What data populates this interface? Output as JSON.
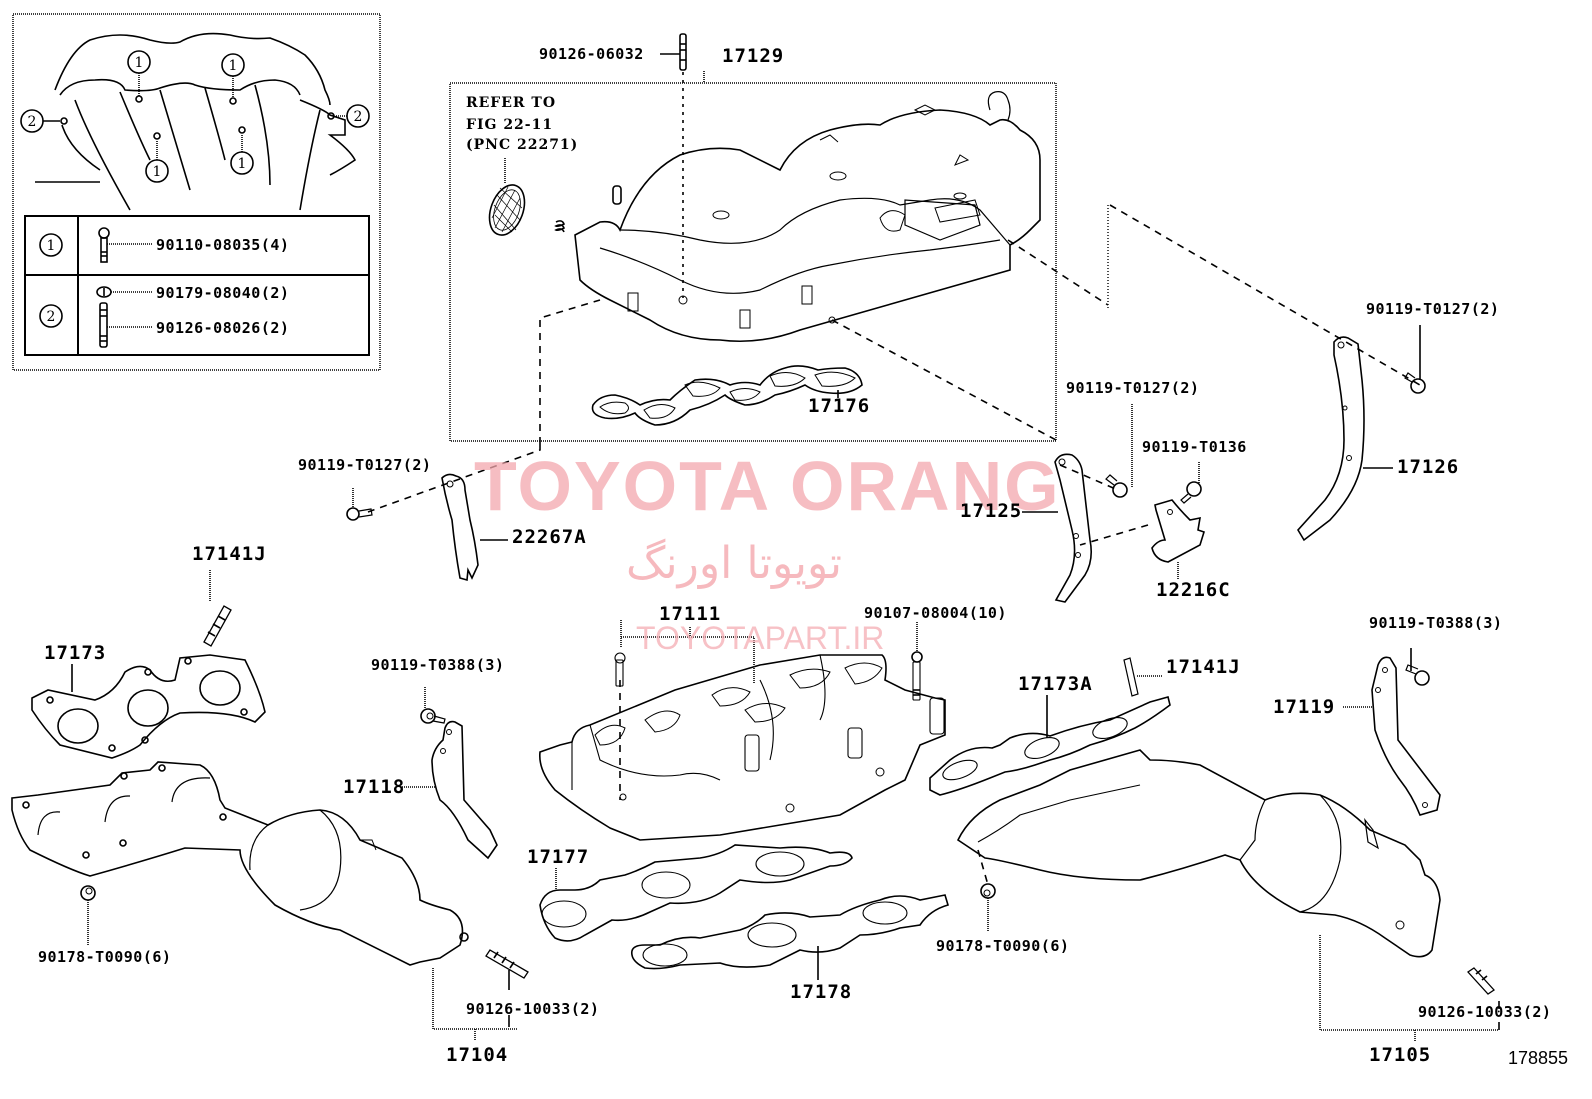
{
  "diagram": {
    "title": "Intake / Exhaust Manifold Parts Diagram",
    "figure_number": "178855",
    "watermarks": {
      "brand": "TOYOTA ORANG",
      "brand_persian": "تویوتا اورنگ",
      "site": "TOYOTAPART.IR",
      "color": "#f4a8ae"
    },
    "inset": {
      "callouts": [
        "1",
        "1",
        "1",
        "1",
        "2",
        "2"
      ],
      "legend": [
        {
          "key": "1",
          "parts": [
            "90110-08035(4)"
          ]
        },
        {
          "key": "2",
          "parts": [
            "90179-08040(2)",
            "90126-08026(2)"
          ]
        }
      ]
    },
    "refer_note": [
      "REFER TO",
      "FIG 22-11",
      "(PNC 22271)"
    ],
    "labels": {
      "stud_top": "90126-06032",
      "intake_manifold": "17129",
      "intake_gasket": "17176",
      "bolt_left_bracket": "90119-T0127(2)",
      "left_bracket": "22267A",
      "bolt_mid_bracket": "90119-T0127(2)",
      "bolt_small_bracket": "90119-T0136",
      "mid_bracket": "17125",
      "small_bracket": "12216C",
      "bolt_right_bracket": "90119-T0127(2)",
      "right_bracket": "17126",
      "stud_left": "17141J",
      "gasket_left": "17173",
      "bolt_stay_left": "90119-T0388(3)",
      "stay_left": "17118",
      "nut_left": "90178-T0090(6)",
      "stud_conv_left": "90126-10033(2)",
      "conv_left": "17104",
      "plenum": "17111",
      "bolt_plenum": "90107-08004(10)",
      "gasket_plenum_upper": "17177",
      "gasket_plenum_lower": "17178",
      "gasket_right": "17173A",
      "stud_right": "17141J",
      "nut_right": "90178-T0090(6)",
      "bolt_stay_right": "90119-T0388(3)",
      "stay_right": "17119",
      "stud_conv_right": "90126-10033(2)",
      "conv_right": "17105"
    }
  }
}
